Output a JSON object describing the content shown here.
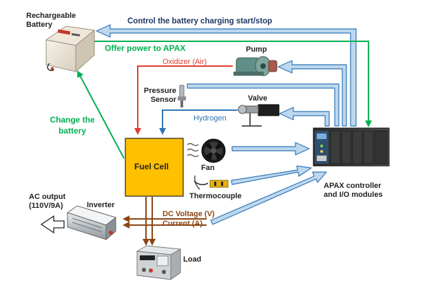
{
  "labels": {
    "battery_line1": "Rechargeable",
    "battery_line2": "Battery",
    "control_charging": "Control the battery charging start/stop",
    "offer_power": "Offer power to APAX",
    "pump": "Pump",
    "oxidizer": "Oxidizer  (Air)",
    "pressure_line1": "Pressure",
    "pressure_line2": "Sensor",
    "valve": "Valve",
    "hydrogen": "Hydrogen",
    "change_line1": "Change the",
    "change_line2": "battery",
    "fuel_cell": "Fuel Cell",
    "fan": "Fan",
    "thermocouple": "Thermocouple",
    "apax_line1": "APAX controller",
    "apax_line2": "and I/O modules",
    "ac_line1": "AC output",
    "ac_line2": "(110V/9A)",
    "inverter": "Inverter",
    "dc_voltage": "DC Voltage (V)",
    "current": "Current (A)",
    "load": "Load"
  },
  "colors": {
    "blue_text": "#1f3864",
    "arrow_fill": "#bdd7ee",
    "arrow_stroke": "#2e75b6",
    "green": "#00b050",
    "red": "#e03c31",
    "hydrogen_blue": "#2e75b6",
    "brown": "#8b4513",
    "fuel_cell_fill": "#ffc000"
  },
  "icons": [
    "battery-icon",
    "pump-icon",
    "pressure-sensor-icon",
    "valve-icon",
    "fan-icon",
    "thermocouple-icon",
    "apax-controller-icon",
    "inverter-icon",
    "load-icon",
    "fan-waves-icon"
  ]
}
